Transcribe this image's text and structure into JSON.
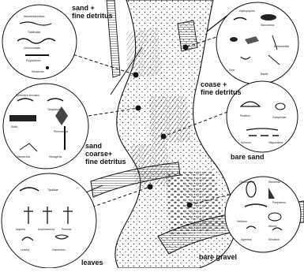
{
  "diagram": {
    "habitat_labels": [
      {
        "id": "sand-fine-detritus",
        "lines": [
          "sand +",
          "fine detritus"
        ]
      },
      {
        "id": "coarse-fine-detritus-right",
        "lines": [
          "coase +",
          "fine detritus"
        ]
      },
      {
        "id": "sand-coarse-fine-detritus",
        "lines": [
          "sand",
          "coarse+",
          "fine detritus"
        ]
      },
      {
        "id": "bare-sand",
        "lines": [
          "bare sand"
        ]
      },
      {
        "id": "leaves",
        "lines": [
          "leaves"
        ]
      },
      {
        "id": "bare-gravel",
        "lines": [
          "bare gravel"
        ]
      }
    ],
    "insets": [
      {
        "id": "inset-sand-detritus",
        "captions": [
          "Nemathelminthes",
          "Tubificidae",
          "Chironomidae",
          "Polypedilum",
          "Hexatoma"
        ]
      },
      {
        "id": "inset-coarse-detritus",
        "captions": [
          "Hydropsyche",
          "Stenonema",
          "Ephemerella",
          "Dixa",
          "Baetis"
        ]
      },
      {
        "id": "inset-sand-coarse",
        "captions": [
          "Ephemera simulans",
          "Tanytarsus",
          "Sialis",
          "Pteronarcys",
          "Optioservus",
          "Hexagenia"
        ]
      },
      {
        "id": "inset-bare-sand",
        "captions": [
          "Pisidium",
          "Gomphidae",
          "Ephoron",
          "Oligochaeta"
        ]
      },
      {
        "id": "inset-leaves",
        "captions": [
          "Tipulidae",
          "Isoperla",
          "Amphinemura",
          "Perlesta",
          "Leuctra",
          "Gammarus"
        ]
      },
      {
        "id": "inset-bare-gravel",
        "captions": [
          "Glossosoma",
          "Stenelmis",
          "Psephenus",
          "Helichus",
          "Atherix",
          "Agnetina",
          "Simulium"
        ]
      }
    ]
  }
}
